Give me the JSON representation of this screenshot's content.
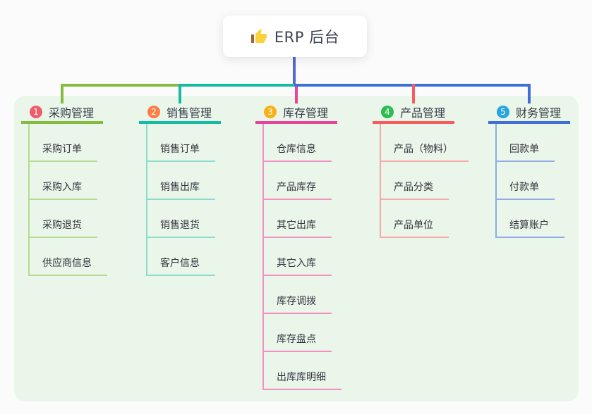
{
  "root": {
    "label": "ERP 后台",
    "icon": "thumbs-up-icon"
  },
  "branches": [
    {
      "index": "1",
      "title": "采购管理",
      "accent": "#85bb42",
      "light": "#b6db92",
      "badge_color": "#ef5d6d",
      "children": [
        "采购订单",
        "采购入库",
        "采购退货",
        "供应商信息"
      ]
    },
    {
      "index": "2",
      "title": "销售管理",
      "accent": "#17bba4",
      "light": "#8bdccf",
      "badge_color": "#fd7f45",
      "children": [
        "销售订单",
        "销售出库",
        "销售退货",
        "客户信息"
      ]
    },
    {
      "index": "3",
      "title": "库存管理",
      "accent": "#e8439a",
      "light": "#f291c4",
      "badge_color": "#fbaf17",
      "children": [
        "仓库信息",
        "产品库存",
        "其它出库",
        "其它入库",
        "库存调拨",
        "库存盘点",
        "出库库明细"
      ]
    },
    {
      "index": "4",
      "title": "产品管理",
      "accent": "#f65c5c",
      "light": "#f9a8a8",
      "badge_color": "#2ebd51",
      "children": [
        "产品（物料）",
        "产品分类",
        "产品单位"
      ]
    },
    {
      "index": "5",
      "title": "财务管理",
      "accent": "#3f6ed8",
      "light": "#93abe6",
      "badge_color": "#28a6df",
      "children": [
        "回款单",
        "付款单",
        "结算账户"
      ]
    }
  ],
  "colors": {
    "root_connector": "#5468cf",
    "panel_bg": "#e9f6e9",
    "page_bg": "#fbfbfb",
    "thumb_yellow": "#fcd23c",
    "thumb_sleeve": "#9c6430"
  }
}
